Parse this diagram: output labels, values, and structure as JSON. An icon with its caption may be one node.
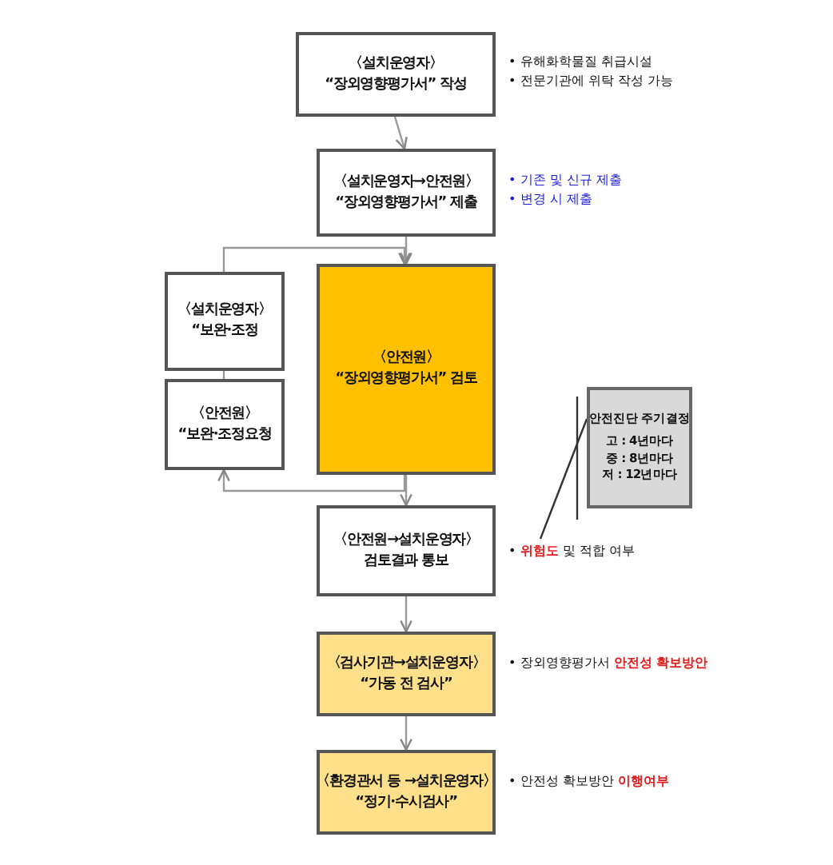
{
  "diagram": {
    "nodes": [
      {
        "text": [
          "〈설치운영자〉",
          "“장외영향평가서” 작성"
        ],
        "beside": [
          "• 유해화학물질 취급시설",
          "• 전문기관에 위탁 작성 가능"
        ]
      },
      {
        "text": [
          "〈설치운영자→안전원〉",
          "“장외영향평가서” 제출"
        ],
        "beside": [
          "• 기존 및 신규 제출",
          "• 변경 시 제출"
        ]
      },
      {
        "text": [
          "〈안전원〉",
          "“장외영향평가서” 검토"
        ]
      },
      {
        "text": [
          "〈설치운영자〉",
          "“보완·조정"
        ]
      },
      {
        "text": [
          "〈안전원〉",
          "“보완·조정요청"
        ]
      },
      {
        "text": [
          "〈안전원→설치운영자〉",
          "검토결과 통보"
        ]
      },
      {
        "text": [
          "〈검사기관→설치운영자〉",
          "“가동 전 검사”"
        ],
        "beside": [
          "• 장외영향평가서 **안전성 확보방안**"
        ]
      },
      {
        "text": [
          "〈환경관서 등 →설치운영자〉",
          "“정기·수시검사”"
        ],
        "beside": [
          "• 안전성 확보방안 **이행여부**"
        ]
      },
      {
        "text": [
          "안전진단 주기결정",
          "고 : 4년마다",
          "중 : 8년마다",
          "저 : 12년마다"
        ]
      },
      {
        "text": [
          "• **위험도** 및 적합 여부"
        ]
      }
    ],
    "edges": [
      {
        "from": 0,
        "to": 1,
        "arrow": "to"
      },
      {
        "from": 1,
        "to": 2,
        "arrow": "to"
      },
      {
        "from": 2,
        "to": 5,
        "arrow": "to"
      },
      {
        "from": 2,
        "to": 4,
        "arrow": "to"
      },
      {
        "from": 4,
        "to": 3,
        "arrow": "none"
      },
      {
        "from": 3,
        "to": 2,
        "arrow": "to"
      },
      {
        "from": 5,
        "to": 6,
        "arrow": "to"
      },
      {
        "from": 6,
        "to": 7,
        "arrow": "to"
      },
      {
        "from": 8,
        "to": 9,
        "arrow": "none",
        "color": "#333333"
      }
    ]
  }
}
